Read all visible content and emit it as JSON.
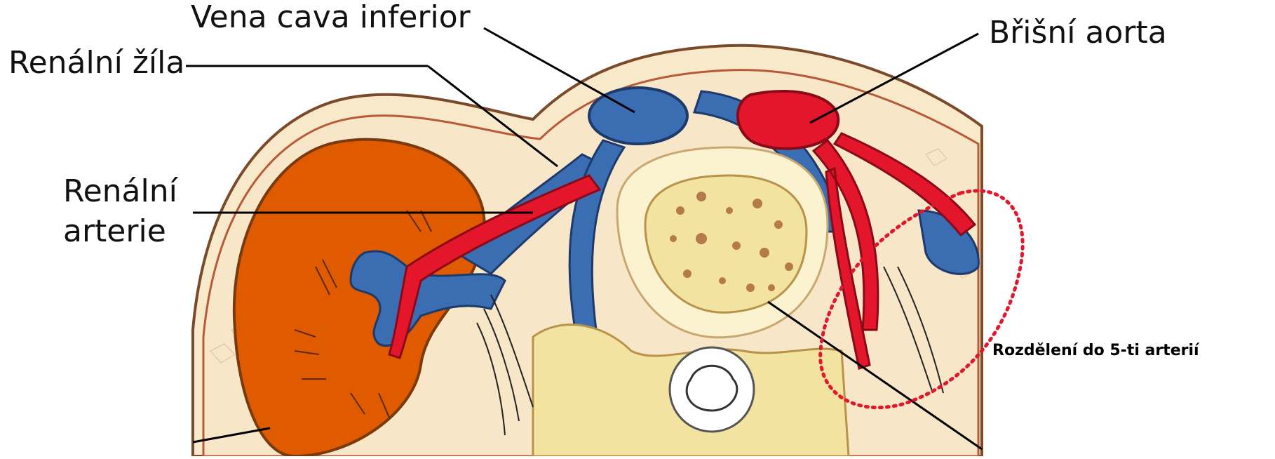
{
  "labels": {
    "vena_cava": "Vena cava inferior",
    "renal_vein": "Renální žíla",
    "renal_artery_line1": "Renální",
    "renal_artery_line2": "arterie",
    "abdominal_aorta": "Břišní aorta",
    "division_note": "Rozdělení do 5-ti arterií"
  },
  "colors": {
    "vein": "#3b6db3",
    "artery": "#e3162c",
    "kidney": "#e05a00",
    "bone": "#f3e3a0",
    "fat": "#f7e6c8",
    "highlight": "#e3162c"
  }
}
